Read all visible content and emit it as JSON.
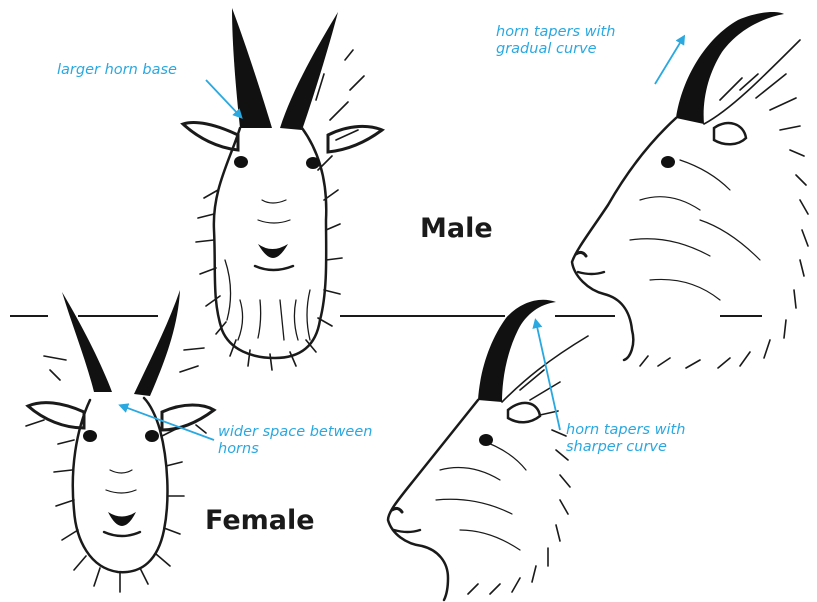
{
  "diagram": {
    "sections": {
      "male": "Male",
      "female": "Female"
    },
    "annotations": {
      "larger_horn_base": "larger horn base",
      "horn_tapers_gradual": "horn tapers with\ngradual curve",
      "wider_space": "wider space between\nhorns",
      "horn_tapers_sharper": "horn tapers with\nsharper curve"
    }
  },
  "colors": {
    "annotation": "#2aa8e0",
    "ink": "#1a1a1a",
    "background": "#ffffff"
  }
}
